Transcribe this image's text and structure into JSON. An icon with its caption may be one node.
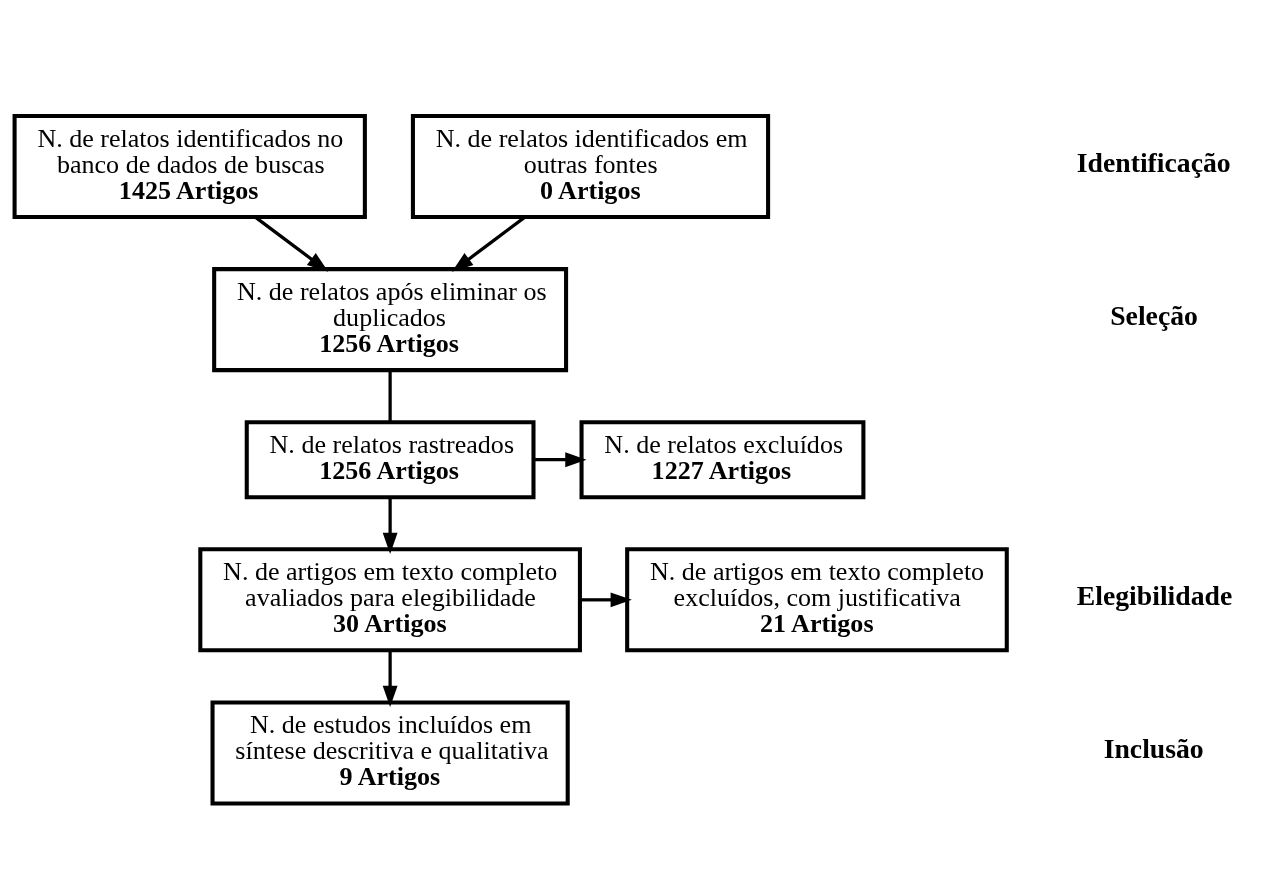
{
  "diagram": {
    "nodes": [
      {
        "text": [
          "N. de relatos identificados no banco de dados de buscas",
          "1425 Artigos"
        ]
      },
      {
        "text": [
          "N. de relatos identificados em outras fontes",
          "0 Artigos"
        ]
      },
      {
        "text": [
          "N. de relatos após eliminar os duplicados",
          "1256 Artigos"
        ]
      },
      {
        "text": [
          "N. de relatos rastreados",
          "1256 Artigos"
        ]
      },
      {
        "text": [
          "N. de relatos excluídos",
          "1227 Artigos"
        ]
      },
      {
        "text": [
          "N. de artigos em texto completo avaliados para elegibilidade",
          "30 Artigos"
        ]
      },
      {
        "text": [
          "N. de artigos em texto completo excluídos, com justificativa",
          "21 Artigos"
        ]
      },
      {
        "text": [
          "N. de estudos incluídos em síntese descritiva e qualitativa",
          "9 Artigos"
        ]
      }
    ],
    "edges": [
      {
        "from": 0,
        "to": 2,
        "arrow": "to"
      },
      {
        "from": 1,
        "to": 2,
        "arrow": "to"
      },
      {
        "from": 2,
        "to": 3,
        "arrow": "none"
      },
      {
        "from": 3,
        "to": 4,
        "arrow": "to"
      },
      {
        "from": 3,
        "to": 5,
        "arrow": "to"
      },
      {
        "from": 5,
        "to": 6,
        "arrow": "to"
      },
      {
        "from": 5,
        "to": 7,
        "arrow": "to"
      }
    ],
    "labels": [
      "Identificação",
      "Seleção",
      "Elegibilidade",
      "Inclusão"
    ]
  }
}
